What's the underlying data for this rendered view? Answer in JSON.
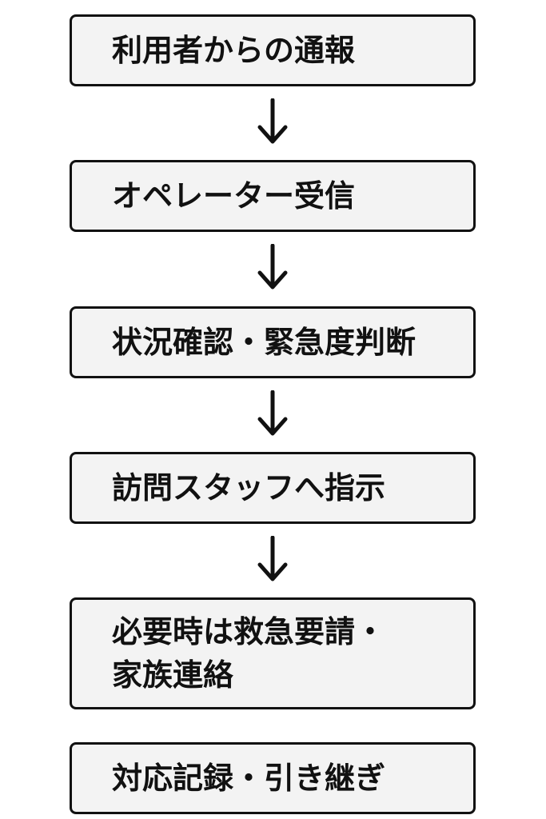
{
  "flow": {
    "steps": [
      {
        "label": "利用者からの通報"
      },
      {
        "label": "オペレーター受信"
      },
      {
        "label": "状況確認・緊急度判断"
      },
      {
        "label": "訪問スタッフへ指示"
      },
      {
        "line1": "必要時は救急要請・",
        "line2": "家族連絡"
      },
      {
        "label": "対応記録・引き継ぎ"
      }
    ],
    "arrow_icon": "arrow-down-icon"
  }
}
